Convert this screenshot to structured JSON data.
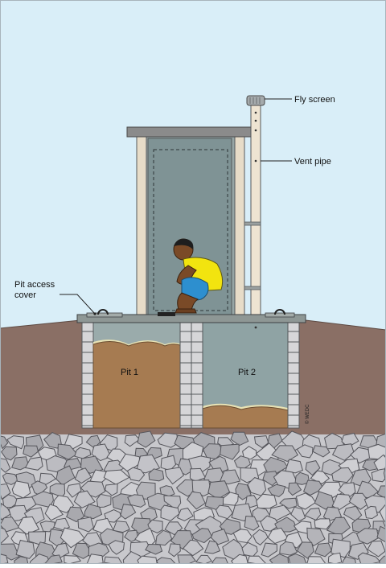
{
  "labels": {
    "fly_screen": "Fly screen",
    "vent_pipe": "Vent pipe",
    "pit_access_cover_line1": "Pit access",
    "pit_access_cover_line2": "cover",
    "pit1": "Pit 1",
    "pit2": "Pit 2",
    "copyright": "© WEDC"
  },
  "colors": {
    "sky": "#d9eef8",
    "soil": "#8a6f65",
    "gravel_fill": "#b9b9bd",
    "gravel_edge": "#5a5a60",
    "wall": "#97a6a6",
    "door": "#7f9395",
    "frame": "#e7dcc8",
    "roof": "#8b8b8b",
    "pit_water": "#9aabab",
    "sludge": "#a67b51",
    "sludge_top": "#e8e2b4",
    "shirt": "#f2e40f",
    "shorts": "#2d8fcf",
    "skin": "#7a4a27"
  }
}
